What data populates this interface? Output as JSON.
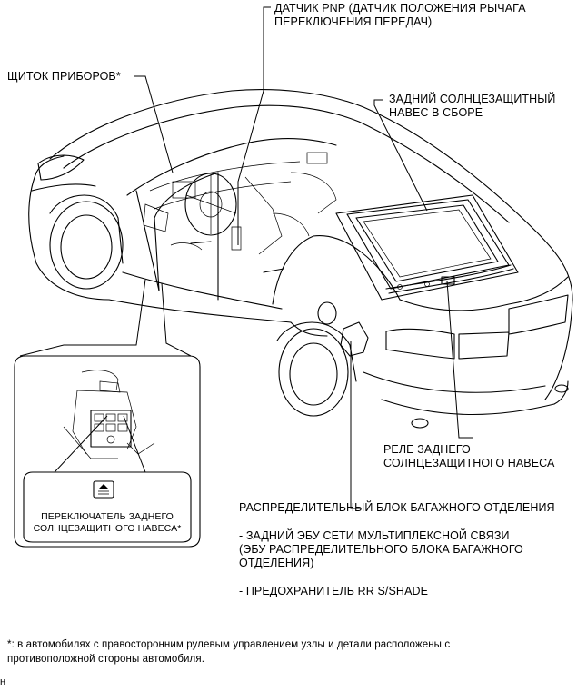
{
  "labels": {
    "pnp_sensor": "ДАТЧИК PNP (ДАТЧИК ПОЛОЖЕНИЯ РЫЧАГА\nПЕРЕКЛЮЧЕНИЯ ПЕРЕДАЧ)",
    "instrument_panel": "ЩИТОК ПРИБОРОВ*",
    "rear_sunshade_assy": "ЗАДНИЙ СОЛНЦЕЗАЩИТНЫЙ\nНАВЕС В СБОРЕ",
    "rear_sunshade_relay": "РЕЛЕ ЗАДНЕГО\nСОЛНЦЕЗАЩИТНОГО НАВЕСА",
    "luggage_junction_block": "РАСПРЕДЕЛИТЕЛЬНЫЙ БЛОК БАГАЖНОГО ОТДЕЛЕНИЯ",
    "multiplex_ecu": "- ЗАДНИЙ ЭБУ СЕТИ МУЛЬТИПЛЕКСНОЙ СВЯЗИ\n(ЭБУ РАСПРЕДЕЛИТЕЛЬНОГО БЛОКА БАГАЖНОГО\nОТДЕЛЕНИЯ)",
    "fuse": "- ПРЕДОХРАНИТЕЛЬ RR S/SHADE",
    "sunshade_switch": "ПЕРЕКЛЮЧАТЕЛЬ ЗАДНЕГО\nСОЛНЦЕЗАЩИТНОГО НАВЕСА*"
  },
  "footnote": "*: в автомобилях с правосторонним рулевым управлением узлы и детали расположены с\nпротивоположной стороны автомобиля.",
  "corner_mark": "н"
}
